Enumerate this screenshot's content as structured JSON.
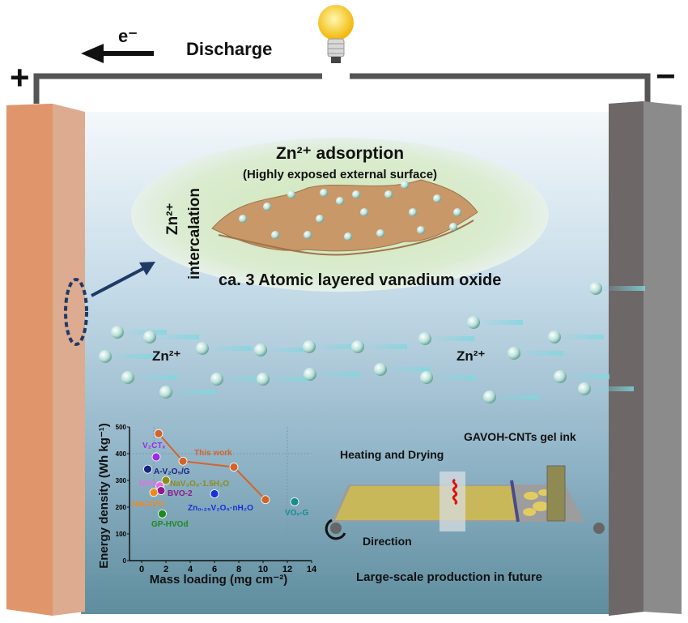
{
  "circuit": {
    "electron_label": "e⁻",
    "discharge_label": "Discharge",
    "positive_sign": "+",
    "negative_sign": "−"
  },
  "inset": {
    "adsorption_title": "Zn²⁺ adsorption",
    "adsorption_subtitle": "(Highly exposed external surface)",
    "intercalation_ion": "Zn²⁺",
    "intercalation_label": "intercalation",
    "material_label": "ca. 3 Atomic layered vanadium oxide"
  },
  "electrolyte": {
    "ion_label_left": "Zn²⁺",
    "ion_label_right": "Zn²⁺"
  },
  "production": {
    "ink_label": "GAVOH-CNTs gel ink",
    "heating_label": "Heating and Drying",
    "direction_label": "Direction",
    "caption": "Large-scale production in future"
  },
  "colors": {
    "this_work": "#d2642a",
    "positive_electrode": "#e0956a",
    "negative_electrode": "#6d6767"
  },
  "chart_data": {
    "type": "scatter",
    "xlabel": "Mass loading (mg cm⁻²)",
    "ylabel": "Energy density (Wh kg⁻¹)",
    "xlim": [
      -1,
      14
    ],
    "ylim": [
      0,
      500
    ],
    "xticks": [
      "0",
      "2",
      "4",
      "6",
      "8",
      "10",
      "12",
      "14"
    ],
    "yticks": [
      "0",
      "100",
      "200",
      "300",
      "400",
      "500"
    ],
    "grid": true,
    "series": [
      {
        "name": "This work",
        "color": "#d2642a",
        "line": true,
        "x": [
          1.4,
          3.4,
          7.6,
          10.2
        ],
        "y": [
          475,
          372,
          350,
          228
        ]
      },
      {
        "name": "V₂CTₓ",
        "color": "#9a2ee0",
        "x": [
          1.2
        ],
        "y": [
          388
        ]
      },
      {
        "name": "A-V₂O₅/G",
        "color": "#1a237e",
        "x": [
          0.5
        ],
        "y": [
          342
        ]
      },
      {
        "name": "NVO",
        "color": "#e070e0",
        "x": [
          1.5
        ],
        "y": [
          280
        ]
      },
      {
        "name": "NaV₃O₈·1.5H₂O",
        "color": "#8c8c1e",
        "x": [
          2.0
        ],
        "y": [
          300
        ]
      },
      {
        "name": "BVO-2",
        "color": "#8e1a8e",
        "x": [
          1.6
        ],
        "y": [
          262
        ]
      },
      {
        "name": "NaCaVO",
        "color": "#f08a20",
        "x": [
          1.0
        ],
        "y": [
          255
        ]
      },
      {
        "name": "Zn₀.₂₅V₂O₅·nH₂O",
        "color": "#1830d8",
        "x": [
          6.0
        ],
        "y": [
          250
        ]
      },
      {
        "name": "GP-HVOd",
        "color": "#1e8a1e",
        "x": [
          1.7
        ],
        "y": [
          175
        ]
      },
      {
        "name": "VOₓ-G",
        "color": "#1a8c8c",
        "x": [
          12.6
        ],
        "y": [
          220
        ]
      }
    ]
  }
}
